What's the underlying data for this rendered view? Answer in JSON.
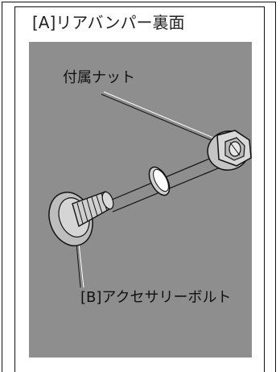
{
  "panel": {
    "title": "[A]リアバンパー裏面"
  },
  "labels": {
    "nut": "付属ナット",
    "bolt": "[B]アクセサリーボルト"
  },
  "colors": {
    "background": "#8e8e8e",
    "frame": "#111111",
    "part_fill": "#c4c4c4",
    "part_stroke": "#111111"
  },
  "icons": {
    "nut": "flange-nut-icon",
    "washer": "washer-icon",
    "bolt": "flange-bolt-icon"
  }
}
